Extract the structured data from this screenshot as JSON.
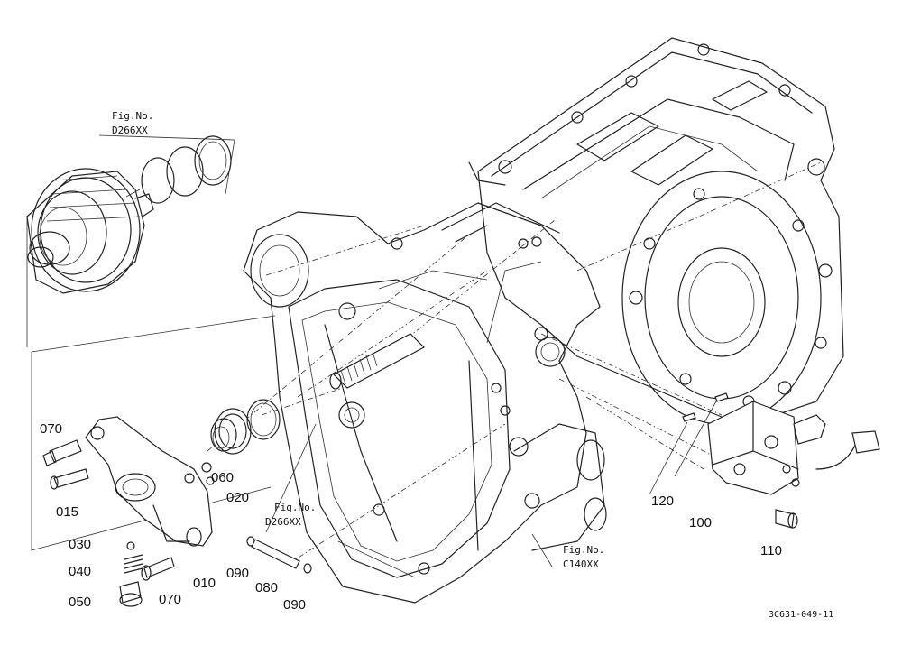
{
  "figure_refs": {
    "fig_label": "Fig.No.",
    "top_left_code": "D266XX",
    "center_code": "D266XX",
    "bottom_code": "C140XX"
  },
  "part_labels": {
    "p070a": "070",
    "p015": "015",
    "p030": "030",
    "p040": "040",
    "p050": "050",
    "p070b": "070",
    "p010": "010",
    "p090a": "090",
    "p080": "080",
    "p090b": "090",
    "p060": "060",
    "p020": "020",
    "p120": "120",
    "p100": "100",
    "p110": "110"
  },
  "drawing_code": "3C631-049-11"
}
